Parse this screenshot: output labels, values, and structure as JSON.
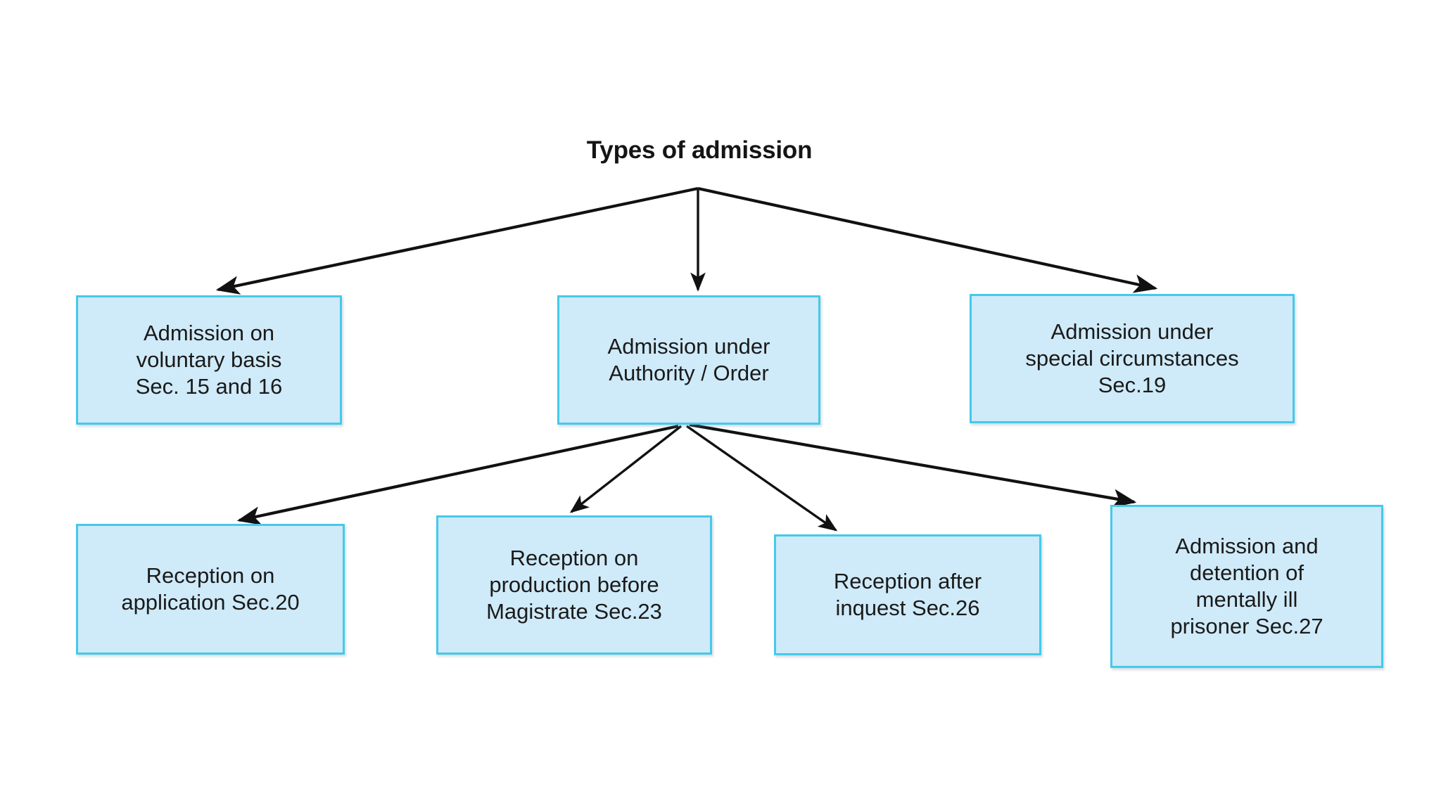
{
  "diagram": {
    "title": "Types of admission",
    "type": "hierarchy-tree",
    "colors": {
      "node_fill": "#cfeaf8",
      "node_border": "#45c9ea",
      "edge": "#111111",
      "text": "#1a1a1a",
      "background": "#ffffff"
    },
    "nodes": [
      {
        "id": "root",
        "label": "Types of admission",
        "level": 0,
        "shape": "text",
        "lines": [
          "Types of admission"
        ]
      },
      {
        "id": "voluntary",
        "label": "Admission on voluntary basis Sec. 15 and 16",
        "level": 1,
        "shape": "box",
        "lines": [
          "Admission on",
          "voluntary basis",
          "Sec. 15 and 16"
        ],
        "text": "Admission on\nvoluntary basis\nSec. 15 and 16"
      },
      {
        "id": "authority",
        "label": "Admission under Authority / Order",
        "level": 1,
        "shape": "box",
        "lines": [
          "Admission under",
          "Authority / Order"
        ],
        "text": "Admission under\nAuthority / Order"
      },
      {
        "id": "special",
        "label": "Admission under special circumstances Sec.19",
        "level": 1,
        "shape": "box",
        "lines": [
          "Admission under",
          "special circumstances",
          "Sec.19"
        ],
        "text": "Admission under\nspecial circumstances\nSec.19"
      },
      {
        "id": "application",
        "label": "Reception on application Sec.20",
        "level": 2,
        "shape": "box",
        "lines": [
          "Reception on",
          "application Sec.20"
        ],
        "text": "Reception on\napplication Sec.20"
      },
      {
        "id": "magistrate",
        "label": "Reception on production before Magistrate Sec.23",
        "level": 2,
        "shape": "box",
        "lines": [
          "Reception on",
          "production before",
          "Magistrate Sec.23"
        ],
        "text": "Reception on\nproduction before\nMagistrate Sec.23"
      },
      {
        "id": "inquest",
        "label": "Reception after inquest Sec.26",
        "level": 2,
        "shape": "box",
        "lines": [
          "Reception after",
          "inquest Sec.26"
        ],
        "text": "Reception after\ninquest Sec.26"
      },
      {
        "id": "prisoner",
        "label": "Admission and detention of mentally ill prisoner Sec.27",
        "level": 2,
        "shape": "box",
        "lines": [
          "Admission and",
          "detention of",
          "mentally ill",
          "prisoner Sec.27"
        ],
        "text": "Admission and\ndetention of\nmentally ill\nprisoner Sec.27"
      }
    ],
    "edges": [
      {
        "from": "root",
        "to": "voluntary",
        "arrow": "end"
      },
      {
        "from": "root",
        "to": "authority",
        "arrow": "end"
      },
      {
        "from": "root",
        "to": "special",
        "arrow": "end"
      },
      {
        "from": "authority",
        "to": "application",
        "arrow": "end"
      },
      {
        "from": "authority",
        "to": "magistrate",
        "arrow": "end"
      },
      {
        "from": "authority",
        "to": "inquest",
        "arrow": "end"
      },
      {
        "from": "authority",
        "to": "prisoner",
        "arrow": "end"
      }
    ]
  }
}
